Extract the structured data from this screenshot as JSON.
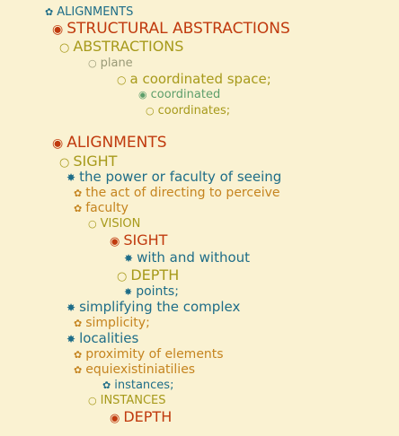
{
  "colors": {
    "background": "#faf2d2",
    "red": "#c03a0e",
    "olive": "#a79a1b",
    "teal": "#1e6d88",
    "orange": "#c5841f",
    "green": "#5d9e6a",
    "gray": "#9a9a77"
  },
  "markers": {
    "ring": "○",
    "dot": "◉",
    "star": "✸",
    "flower": "✿"
  },
  "outline": [
    {
      "text": "ALIGNMENTS",
      "marker": "flower",
      "color": "teal",
      "size": 13
    },
    {
      "text": "STRUCTURAL ABSTRACTIONS",
      "marker": "dot",
      "color": "red",
      "size": 17
    },
    {
      "text": "ABSTRACTIONS",
      "marker": "ring",
      "color": "olive",
      "size": 16
    },
    {
      "text": "plane",
      "marker": "ring",
      "color": "gray",
      "size": 13
    },
    {
      "text": "a coordinated space;",
      "marker": "ring",
      "color": "olive",
      "size": 15
    },
    {
      "text": "coordinated",
      "marker": "dot",
      "color": "green",
      "size": 13
    },
    {
      "text": "coordinates;",
      "marker": "ring",
      "color": "olive",
      "size": 13
    },
    {
      "text": "ALIGNMENTS",
      "marker": "dot",
      "color": "red",
      "size": 17
    },
    {
      "text": "SIGHT",
      "marker": "ring",
      "color": "olive",
      "size": 16
    },
    {
      "text": "the power or faculty of seeing",
      "marker": "star",
      "color": "teal",
      "size": 15
    },
    {
      "text": "the act of directing to perceive",
      "marker": "flower",
      "color": "orange",
      "size": 14
    },
    {
      "text": "faculty",
      "marker": "flower",
      "color": "orange",
      "size": 14
    },
    {
      "text": "VISION",
      "marker": "ring",
      "color": "olive",
      "size": 13
    },
    {
      "text": "SIGHT",
      "marker": "dot",
      "color": "red",
      "size": 16
    },
    {
      "text": "with and without",
      "marker": "star",
      "color": "teal",
      "size": 15
    },
    {
      "text": "DEPTH",
      "marker": "ring",
      "color": "olive",
      "size": 16
    },
    {
      "text": "points;",
      "marker": "star",
      "color": "teal",
      "size": 14
    },
    {
      "text": "simplifying the complex",
      "marker": "star",
      "color": "teal",
      "size": 15
    },
    {
      "text": "simplicity;",
      "marker": "flower",
      "color": "orange",
      "size": 14
    },
    {
      "text": "localities",
      "marker": "star",
      "color": "teal",
      "size": 15
    },
    {
      "text": "proximity of elements",
      "marker": "flower",
      "color": "orange",
      "size": 14
    },
    {
      "text": "equiexistiniatilies",
      "marker": "flower",
      "color": "orange",
      "size": 14
    },
    {
      "text": "instances;",
      "marker": "flower",
      "color": "teal",
      "size": 13
    },
    {
      "text": "INSTANCES",
      "marker": "ring",
      "color": "olive",
      "size": 13
    },
    {
      "text": "DEPTH",
      "marker": "dot",
      "color": "red",
      "size": 16
    }
  ]
}
